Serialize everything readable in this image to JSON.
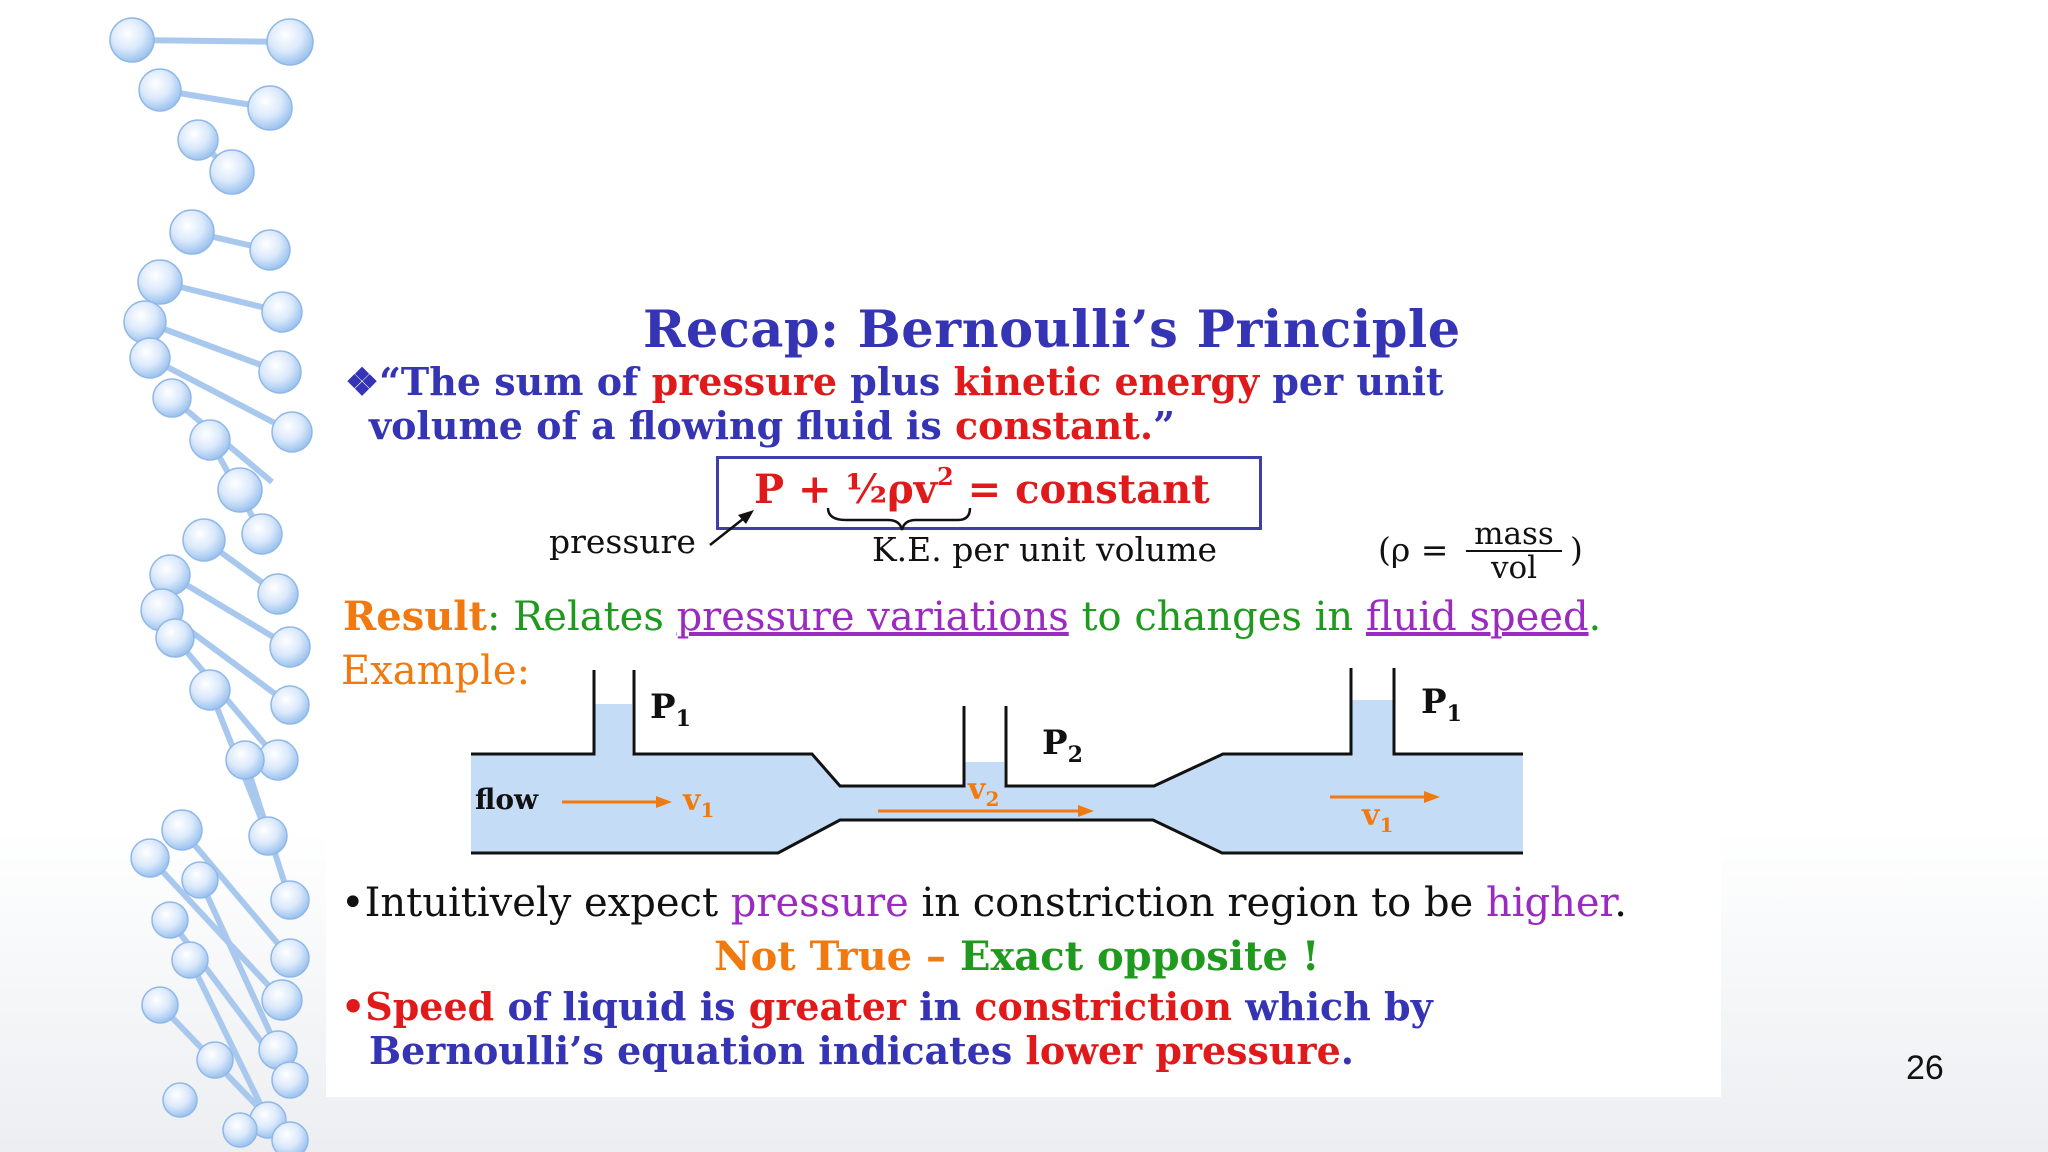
{
  "slide": {
    "title": "Recap: Bernoulli’s Principle",
    "quote": {
      "bullet": "❖",
      "parts": [
        "“The sum of ",
        "pressure",
        " plus ",
        "kinetic energy",
        " per unit"
      ],
      "line2": [
        "volume of a flowing fluid is ",
        "constant.",
        "”"
      ]
    },
    "formula": {
      "lhs": "P + ½ρv",
      "exp": "2",
      "rhs": " = constant",
      "label_pressure": "pressure",
      "label_ke": "K.E. per unit volume",
      "density_open": "(ρ =",
      "density_num": "mass",
      "density_den": "vol",
      "density_close": ")"
    },
    "result": {
      "label": "Result",
      "colon": ":  Relates ",
      "link1": "pressure variations",
      "mid": " to changes in ",
      "link2": "fluid speed",
      "end": "."
    },
    "example_label": "Example:",
    "diagram": {
      "flow": "flow",
      "p1_left": "P",
      "p1_left_sub": "1",
      "p2": "P",
      "p2_sub": "2",
      "p1_right": "P",
      "p1_right_sub": "1",
      "v1_left": "v",
      "v1_left_sub": "1",
      "v2": "v",
      "v2_sub": "2",
      "v1_right": "v",
      "v1_right_sub": "1"
    },
    "bullet1": {
      "marker": "•",
      "parts": [
        "Intuitively expect ",
        "pressure",
        " in constriction region to be ",
        "higher",
        "."
      ]
    },
    "not_true": [
      "Not True – ",
      "Exact opposite !"
    ],
    "bullet2": {
      "marker": "•",
      "line1": [
        "Speed",
        " of liquid is ",
        "greater",
        " in ",
        "constriction",
        " which by"
      ],
      "line2": [
        "Bernoulli’s equation indicates ",
        "lower pressure",
        "."
      ]
    },
    "page_number": "26"
  },
  "colors": {
    "title_blue": "#3434b4",
    "red": "#e01a1a",
    "green": "#1f9a1f",
    "orange": "#f07a10",
    "purple": "#9b2bc0",
    "fluid": "#c5dcf7"
  }
}
